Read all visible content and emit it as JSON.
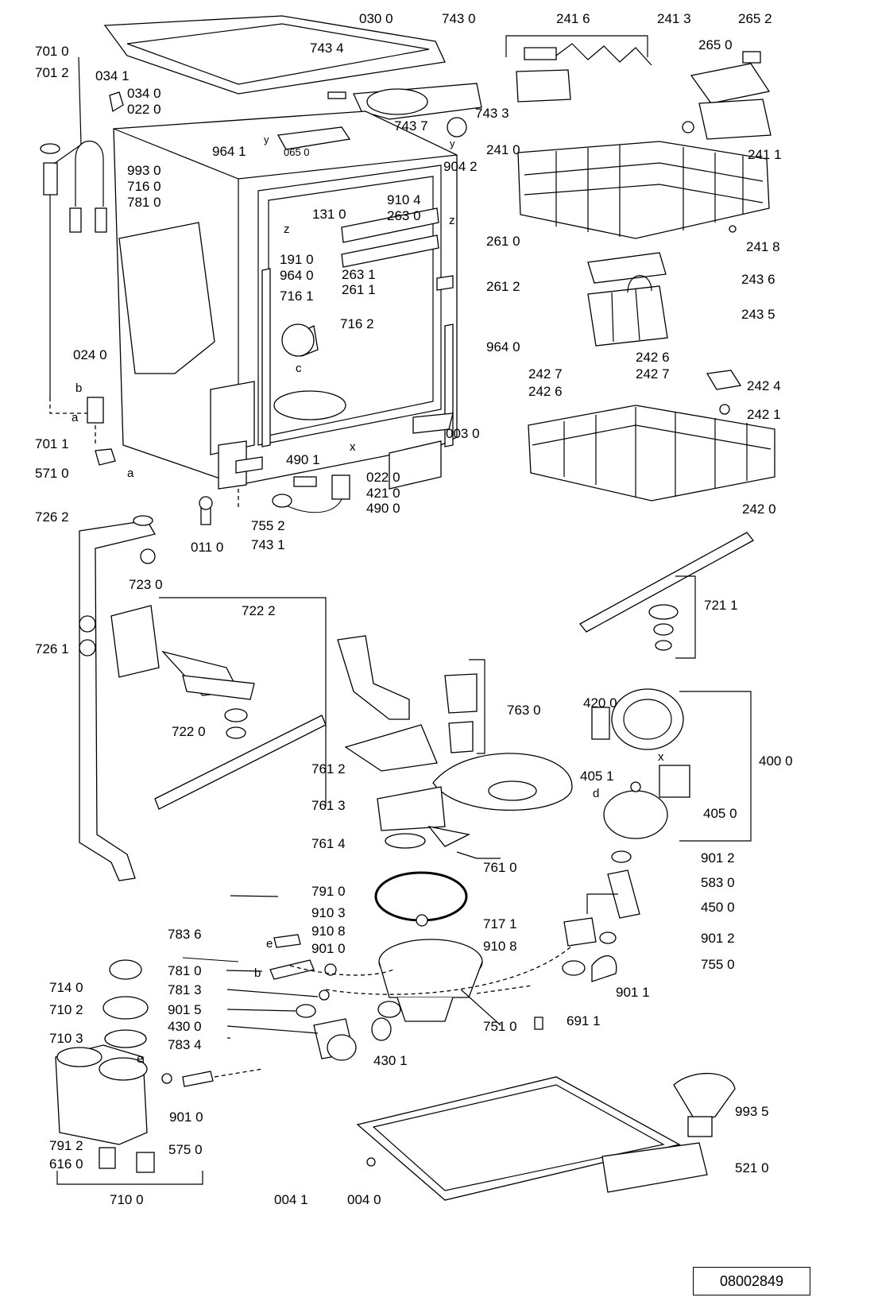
{
  "document_number": "08002849",
  "labels": [
    {
      "id": "0300",
      "text": "030 0"
    },
    {
      "id": "7430",
      "text": "743 0"
    },
    {
      "id": "2416",
      "text": "241 6"
    },
    {
      "id": "2413",
      "text": "241 3"
    },
    {
      "id": "2652",
      "text": "265 2"
    },
    {
      "id": "7010",
      "text": "701 0"
    },
    {
      "id": "7434",
      "text": "743 4"
    },
    {
      "id": "2650",
      "text": "265 0"
    },
    {
      "id": "7012",
      "text": "701 2"
    },
    {
      "id": "0341",
      "text": "034 1"
    },
    {
      "id": "0340",
      "text": "034 0"
    },
    {
      "id": "0220a",
      "text": "022 0"
    },
    {
      "id": "7437",
      "text": "743 7"
    },
    {
      "id": "7433",
      "text": "743 3"
    },
    {
      "id": "0650",
      "text": "065 0"
    },
    {
      "id": "9641a",
      "text": "964 1"
    },
    {
      "id": "2410",
      "text": "241 0"
    },
    {
      "id": "2411",
      "text": "241 1"
    },
    {
      "id": "9930",
      "text": "993 0"
    },
    {
      "id": "9042",
      "text": "904 2"
    },
    {
      "id": "7160",
      "text": "716 0"
    },
    {
      "id": "9104",
      "text": "910 4"
    },
    {
      "id": "7810a",
      "text": "781 0"
    },
    {
      "id": "1310",
      "text": "131 0"
    },
    {
      "id": "2630",
      "text": "263 0"
    },
    {
      "id": "2610",
      "text": "261 0"
    },
    {
      "id": "2418",
      "text": "241 8"
    },
    {
      "id": "1910",
      "text": "191 0"
    },
    {
      "id": "2631",
      "text": "263 1"
    },
    {
      "id": "9640a",
      "text": "964 0"
    },
    {
      "id": "2611",
      "text": "261 1"
    },
    {
      "id": "2612",
      "text": "261 2"
    },
    {
      "id": "2436",
      "text": "243 6"
    },
    {
      "id": "7161",
      "text": "716 1"
    },
    {
      "id": "7162",
      "text": "716 2"
    },
    {
      "id": "2435",
      "text": "243 5"
    },
    {
      "id": "0240",
      "text": "024 0"
    },
    {
      "id": "9640b",
      "text": "964 0"
    },
    {
      "id": "2426a",
      "text": "242 6"
    },
    {
      "id": "2427a",
      "text": "242 7"
    },
    {
      "id": "2427b",
      "text": "242 7"
    },
    {
      "id": "2424",
      "text": "242 4"
    },
    {
      "id": "2426b",
      "text": "242 6"
    },
    {
      "id": "2421",
      "text": "242 1"
    },
    {
      "id": "0030",
      "text": "003 0"
    },
    {
      "id": "7011",
      "text": "701 1"
    },
    {
      "id": "4901",
      "text": "490 1"
    },
    {
      "id": "5710",
      "text": "571 0"
    },
    {
      "id": "0220b",
      "text": "022 0"
    },
    {
      "id": "4210",
      "text": "421 0"
    },
    {
      "id": "4900",
      "text": "490 0"
    },
    {
      "id": "2420",
      "text": "242 0"
    },
    {
      "id": "7262",
      "text": "726 2"
    },
    {
      "id": "7552",
      "text": "755 2"
    },
    {
      "id": "0110",
      "text": "011 0"
    },
    {
      "id": "7431",
      "text": "743 1"
    },
    {
      "id": "7230",
      "text": "723 0"
    },
    {
      "id": "7222",
      "text": "722 2"
    },
    {
      "id": "7211",
      "text": "721 1"
    },
    {
      "id": "7261",
      "text": "726 1"
    },
    {
      "id": "7630",
      "text": "763 0"
    },
    {
      "id": "4200",
      "text": "420 0"
    },
    {
      "id": "7220",
      "text": "722 0"
    },
    {
      "id": "4000",
      "text": "400 0"
    },
    {
      "id": "7612",
      "text": "761 2"
    },
    {
      "id": "4051",
      "text": "405 1"
    },
    {
      "id": "7613",
      "text": "761 3"
    },
    {
      "id": "4050",
      "text": "405 0"
    },
    {
      "id": "7614",
      "text": "761 4"
    },
    {
      "id": "7610",
      "text": "761 0"
    },
    {
      "id": "9012a",
      "text": "901 2"
    },
    {
      "id": "7910",
      "text": "791 0"
    },
    {
      "id": "5830",
      "text": "583 0"
    },
    {
      "id": "4500",
      "text": "450 0"
    },
    {
      "id": "9103",
      "text": "910 3"
    },
    {
      "id": "7171",
      "text": "717 1"
    },
    {
      "id": "7836",
      "text": "783 6"
    },
    {
      "id": "9108a",
      "text": "910 8"
    },
    {
      "id": "9108b",
      "text": "910 8"
    },
    {
      "id": "9012b",
      "text": "901 2"
    },
    {
      "id": "9010a",
      "text": "901 0"
    },
    {
      "id": "7140",
      "text": "714 0"
    },
    {
      "id": "7810b",
      "text": "781 0"
    },
    {
      "id": "7550",
      "text": "755 0"
    },
    {
      "id": "7813",
      "text": "781 3"
    },
    {
      "id": "9011",
      "text": "901 1"
    },
    {
      "id": "7102",
      "text": "710 2"
    },
    {
      "id": "9015",
      "text": "901 5"
    },
    {
      "id": "7510",
      "text": "751 0"
    },
    {
      "id": "6911",
      "text": "691 1"
    },
    {
      "id": "4300",
      "text": "430 0"
    },
    {
      "id": "7103",
      "text": "710 3"
    },
    {
      "id": "7834",
      "text": "783 4"
    },
    {
      "id": "4301",
      "text": "430 1"
    },
    {
      "id": "9010b",
      "text": "901 0"
    },
    {
      "id": "9935",
      "text": "993 5"
    },
    {
      "id": "7912",
      "text": "791 2"
    },
    {
      "id": "5750",
      "text": "575 0"
    },
    {
      "id": "6160",
      "text": "616 0"
    },
    {
      "id": "5210",
      "text": "521 0"
    },
    {
      "id": "0041",
      "text": "004 1"
    },
    {
      "id": "0040",
      "text": "004 0"
    },
    {
      "id": "7100",
      "text": "710 0"
    }
  ],
  "letter_marks": [
    {
      "id": "a1",
      "text": "a"
    },
    {
      "id": "a2",
      "text": "a"
    },
    {
      "id": "b1",
      "text": "b"
    },
    {
      "id": "b2",
      "text": "b"
    },
    {
      "id": "c1",
      "text": "c"
    },
    {
      "id": "d1",
      "text": "d"
    },
    {
      "id": "e1",
      "text": "e"
    },
    {
      "id": "e2",
      "text": "e"
    },
    {
      "id": "x1",
      "text": "x"
    },
    {
      "id": "x2",
      "text": "x"
    },
    {
      "id": "z1",
      "text": "z"
    },
    {
      "id": "z2",
      "text": "z"
    },
    {
      "id": "y1",
      "text": "y"
    },
    {
      "id": "y2",
      "text": "y"
    }
  ]
}
